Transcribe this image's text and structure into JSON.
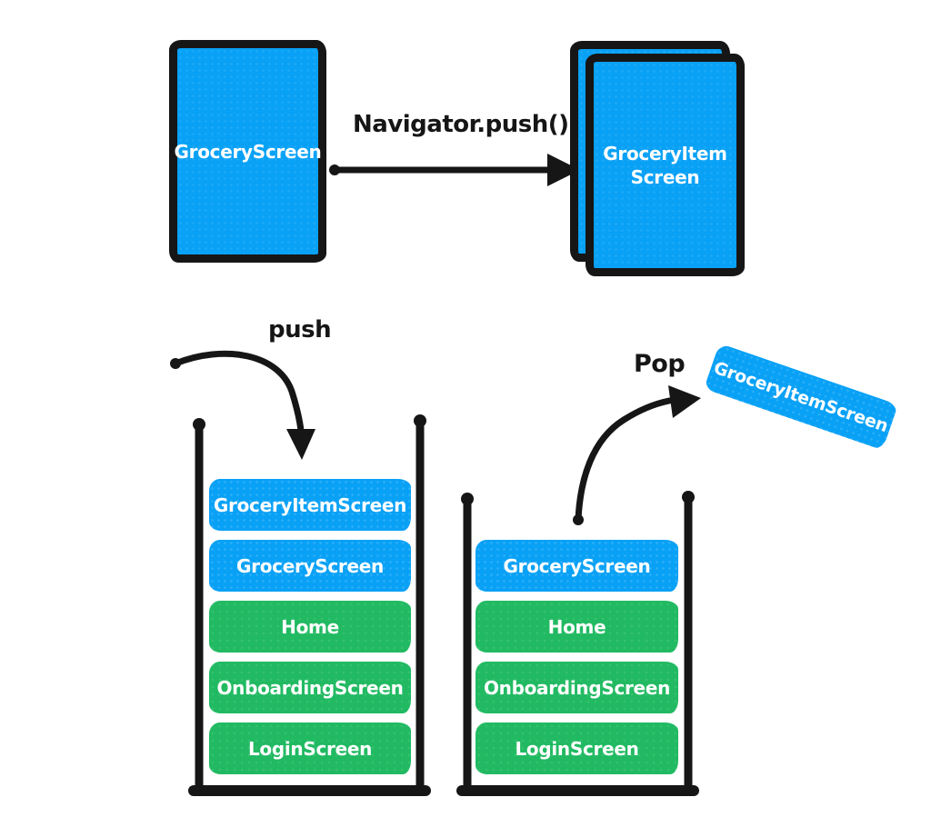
{
  "colors": {
    "blue": "#09a1f6",
    "green": "#21ba62",
    "ink": "#161616",
    "label_text": "#ffffff"
  },
  "top_row": {
    "source_screen_label": "GroceryScreen",
    "arrow_label": "Navigator.push()",
    "dest_screen_line1": "GroceryItem",
    "dest_screen_line2": "Screen"
  },
  "push_label": "push",
  "pop_label": "Pop",
  "popped_route_label": "GroceryItemScreen",
  "left_stack": {
    "items": [
      {
        "label": "GroceryItemScreen",
        "color": "blue"
      },
      {
        "label": "GroceryScreen",
        "color": "blue"
      },
      {
        "label": "Home",
        "color": "green"
      },
      {
        "label": "OnboardingScreen",
        "color": "green"
      },
      {
        "label": "LoginScreen",
        "color": "green"
      }
    ]
  },
  "right_stack": {
    "items": [
      {
        "label": "GroceryScreen",
        "color": "blue"
      },
      {
        "label": "Home",
        "color": "green"
      },
      {
        "label": "OnboardingScreen",
        "color": "green"
      },
      {
        "label": "LoginScreen",
        "color": "green"
      }
    ]
  }
}
